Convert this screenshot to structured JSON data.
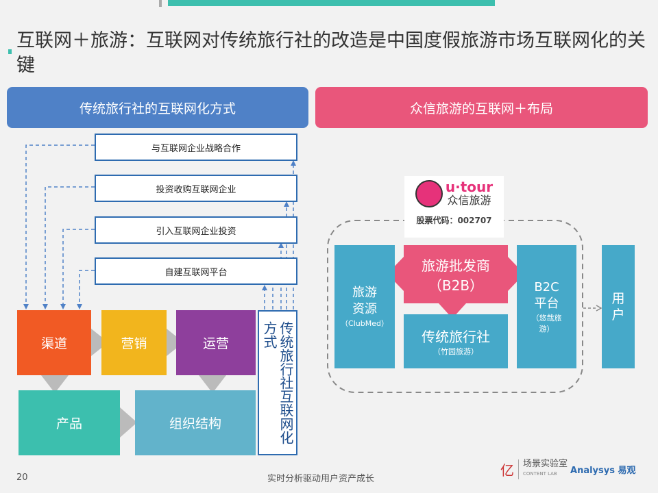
{
  "title": "互联网＋旅游：互联网对传统旅行社的改造是中国度假旅游市场互联网化的关键",
  "left": {
    "header": "传统旅行社的互联网化方式",
    "methods": [
      "与互联网企业战略合作",
      "投资收购互联网企业",
      "引入互联网企业投资",
      "自建互联网平台"
    ],
    "blocks": {
      "channel": "渠道",
      "marketing": "营销",
      "operation": "运营",
      "product": "产品",
      "organization": "组织结构"
    },
    "vertical_label": "传统旅行社互联网化方式"
  },
  "right": {
    "header": "众信旅游的互联网＋布局",
    "logo": {
      "brand": "u·tour",
      "name": "众信旅游",
      "stock": "股票代码：002707"
    },
    "resource": {
      "title": "旅游资源",
      "sub": "（ClubMed）"
    },
    "wholesaler": {
      "title": "旅游批发商",
      "sub": "（B2B）"
    },
    "agency": {
      "title": "传统旅行社",
      "sub": "（竹园旅游）"
    },
    "b2c": {
      "title": "B2C平台",
      "sub": "（悠哉旅游）"
    },
    "user": "用户"
  },
  "footer": {
    "page": "20",
    "slogan": "实时分析驱动用户资产成长",
    "brand1": "场景实验室",
    "brand1_en": "CONTENT LAB",
    "brand2": "Analysys 易观"
  },
  "colors": {
    "blue_header": "#4f81c7",
    "pink": "#e9567b",
    "teal_box": "#46a9c9"
  }
}
